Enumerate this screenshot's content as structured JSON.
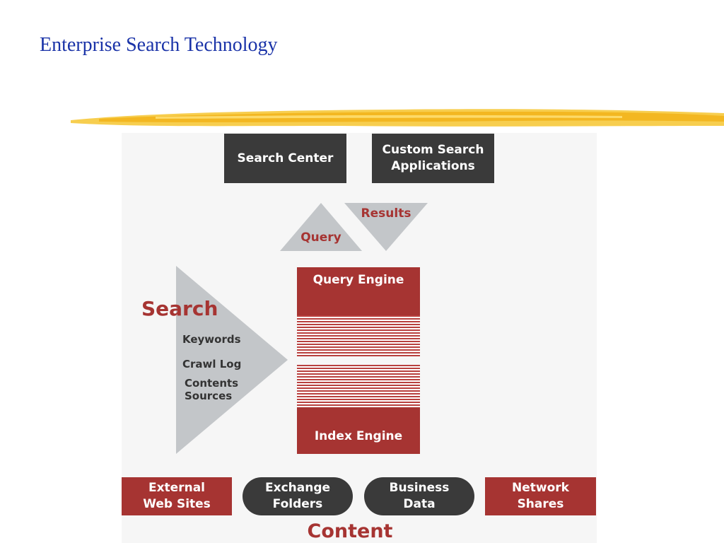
{
  "slide": {
    "title": "Enterprise Search Technology"
  },
  "colors": {
    "title_blue": "#1a33a8",
    "accent_red": "#a63432",
    "dark_gray": "#3a3a3a",
    "light_gray": "#c3c6c9",
    "brush_yellow": "#f6c530"
  },
  "diagram": {
    "top_boxes": {
      "search_center": "Search Center",
      "custom_apps": "Custom Search\nApplications"
    },
    "query_label": "Query",
    "results_label": "Results",
    "engine": {
      "query_engine": "Query Engine",
      "index_engine": "Index Engine"
    },
    "search": {
      "title": "Search",
      "items": [
        "Keywords",
        "Crawl Log",
        "Contents\nSources"
      ]
    },
    "sources": [
      "External\nWeb Sites",
      "Exchange\nFolders",
      "Business\nData",
      "Network\nShares"
    ],
    "content_label": "Content"
  }
}
